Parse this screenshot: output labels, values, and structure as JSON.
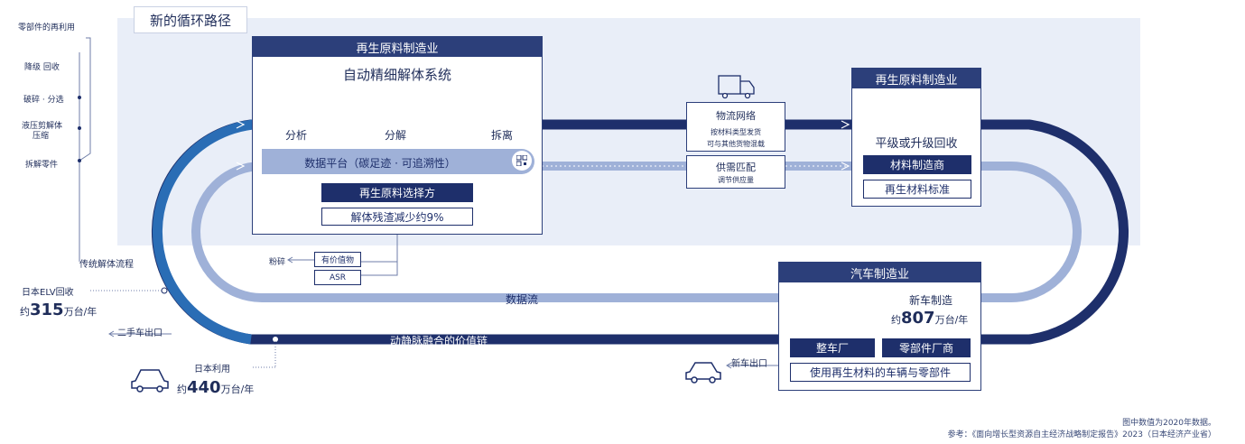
{
  "title": "新的循环路径",
  "left_list": [
    "零部件的再利用",
    "降级 回收",
    "破碎 · 分选",
    "液压剪解体",
    "压缩",
    "拆解零件"
  ],
  "recycle_box": {
    "header": "再生原料制造业",
    "system_title": "自动精细解体系统",
    "steps": [
      "分析",
      "分解",
      "拆离"
    ],
    "data_platform": "数据平台（碳足迹 · 可追溯性）",
    "selector": "再生原料选择方",
    "reduction": "解体残渣减少约9%"
  },
  "logistics": {
    "title": "物流网络",
    "line1": "按材料类型发货",
    "line2": "可与其他货物混载"
  },
  "matching": {
    "title": "供需匹配",
    "sub": "调节供应量"
  },
  "right_box": {
    "header": "再生原料制造业",
    "recycle": "平级或升级回收",
    "maker": "材料制造商",
    "standard": "再生材料标准"
  },
  "auto_box": {
    "header": "汽车制造业",
    "new_car": "新车制造",
    "prefix": "约",
    "value": "807",
    "unit": "万台/年",
    "oem": "整车厂",
    "parts": "零部件厂商",
    "uses": "使用再生材料的车辆与零部件"
  },
  "small_flow": {
    "crush": "粉碎",
    "valuable": "有价值物",
    "asr": "ASR"
  },
  "loop_labels": {
    "data_flow": "数据流",
    "value_chain": "动静脉融合的价值链",
    "traditional": "传统解体流程"
  },
  "elv": {
    "label": "日本ELV回收",
    "prefix": "约",
    "value": "315",
    "unit": "万台/年"
  },
  "export": "二手车出口",
  "domestic": {
    "label": "日本利用",
    "prefix": "约",
    "value": "440",
    "unit": "万台/年"
  },
  "new_export": "新车出口",
  "footnote1": "图中数值为2020年数据。",
  "footnote2": "参考：《面向增长型资源自主经济战略制定报告》2023（日本经济产业省）"
}
